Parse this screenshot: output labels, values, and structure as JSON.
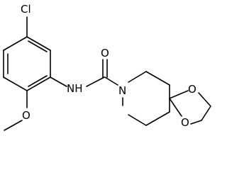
{
  "molecule": {
    "atoms": {
      "cl": "Cl",
      "o_carbonyl": "O",
      "nh": "NH",
      "n_ring": "N",
      "o_methoxy": "O",
      "o_dioxolane_top": "O",
      "o_dioxolane_bottom": "O"
    }
  }
}
